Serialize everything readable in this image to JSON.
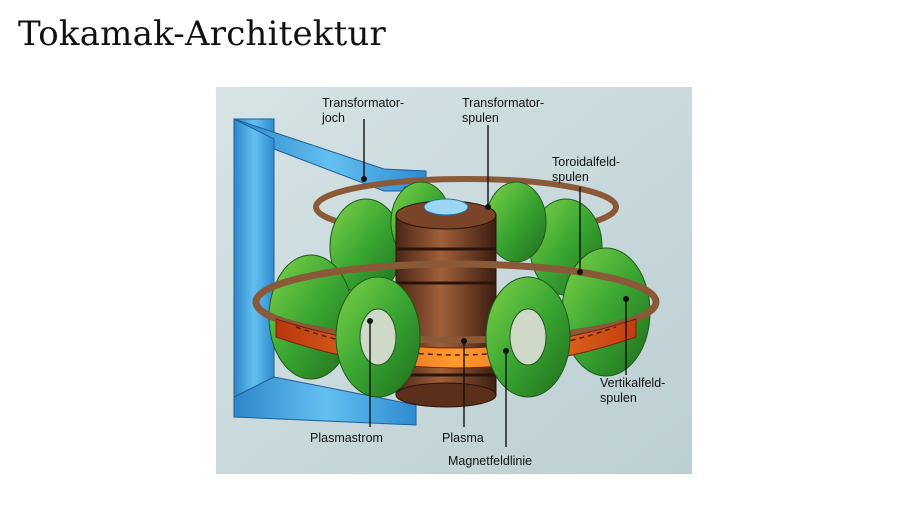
{
  "slide": {
    "title": "Tokamak-Architektur"
  },
  "diagram": {
    "labels": {
      "yoke_line1": "Transformator-",
      "yoke_line2": "joch",
      "tcoils_line1": "Transformator-",
      "tcoils_line2": "spulen",
      "toroidal_line1": "Toroidalfeld-",
      "toroidal_line2": "spulen",
      "vertical_line1": "Vertikalfeld-",
      "vertical_line2": "spulen",
      "plasmastrom": "Plasmastrom",
      "plasma": "Plasma",
      "magnetfeldlinie": "Magnetfeldlinie"
    },
    "colors": {
      "background": "#c9d9dc",
      "yoke": "#3fa0dc",
      "toroidal_coil": "#3aa632",
      "transformer_coil": "#6b3a22",
      "vertical_coil": "#9a6a45",
      "plasma": "#e8631c"
    }
  }
}
